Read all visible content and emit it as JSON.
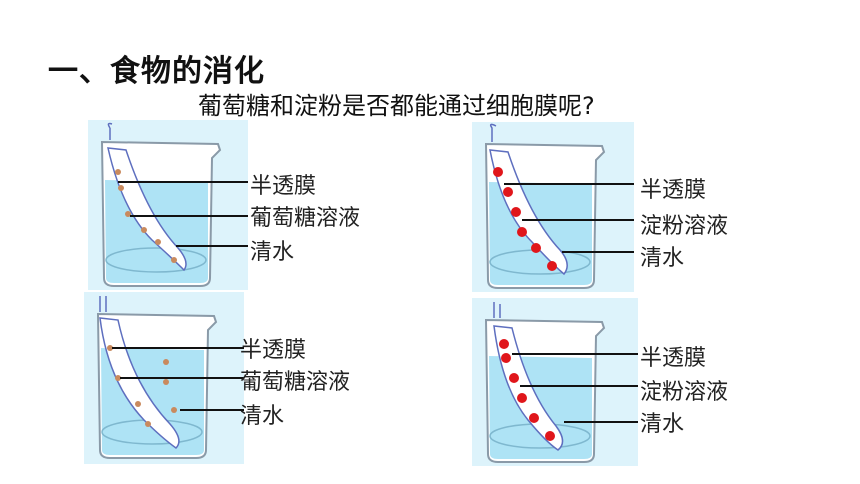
{
  "heading": "一、食物的消化",
  "question": "葡萄糖和淀粉是否都能通过细胞膜呢?",
  "colors": {
    "panel_bg": "#ddf3fb",
    "water": "#aee3f5",
    "glucose_dot": "#c98a5e",
    "starch_dot": "#e0161b",
    "bag_outline": "#5e6fbf"
  },
  "experiments": [
    {
      "labels": [
        "半透膜",
        "葡萄糖溶液",
        "清水"
      ]
    },
    {
      "labels": [
        "半透膜",
        "淀粉溶液",
        "清水"
      ]
    },
    {
      "labels": [
        "半透膜",
        "葡萄糖溶液",
        "清水"
      ]
    },
    {
      "labels": [
        "半透膜",
        "淀粉溶液",
        "清水"
      ]
    }
  ]
}
